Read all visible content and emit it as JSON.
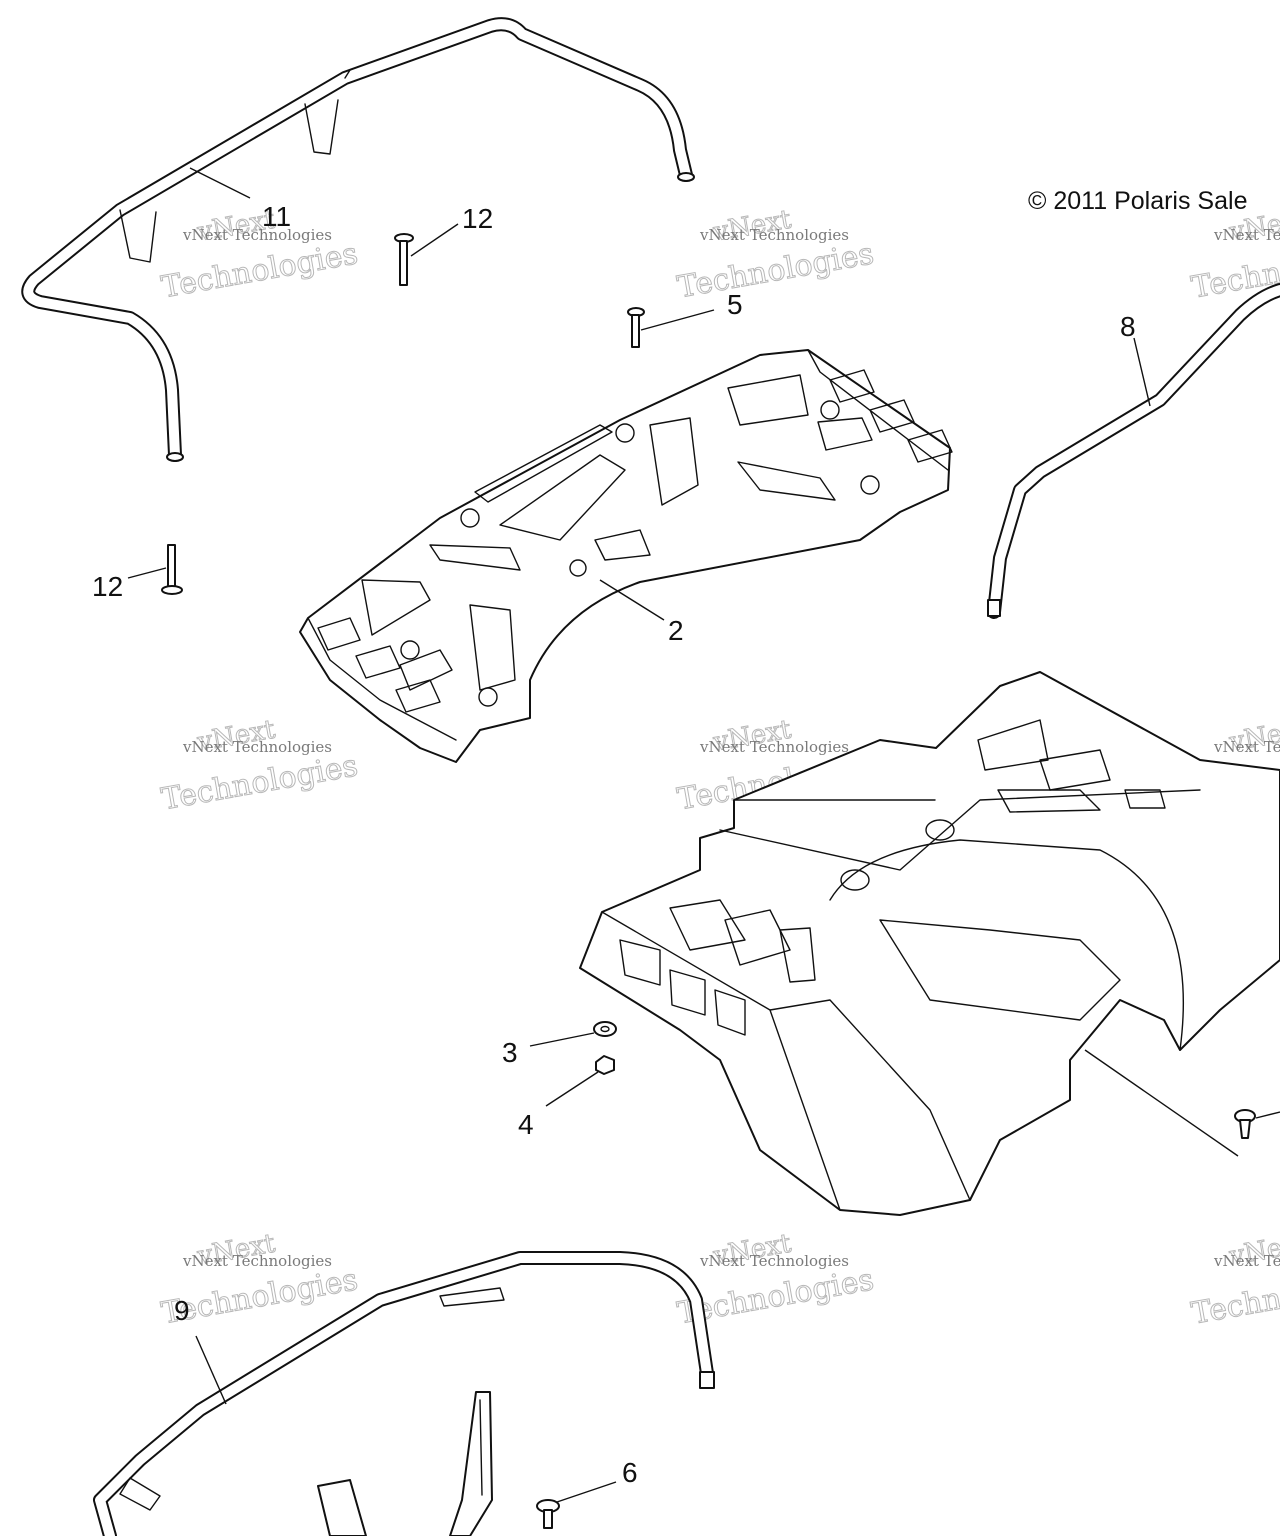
{
  "copyright": "© 2011 Polaris Sale",
  "watermark": {
    "brand": "vNext",
    "full": "vNext Technologies",
    "word": "Technologies"
  },
  "callouts": {
    "c2": "2",
    "c3": "3",
    "c4": "4",
    "c5": "5",
    "c6": "6",
    "c8": "8",
    "c9": "9",
    "c11": "11",
    "c12a": "12",
    "c12b": "12"
  }
}
